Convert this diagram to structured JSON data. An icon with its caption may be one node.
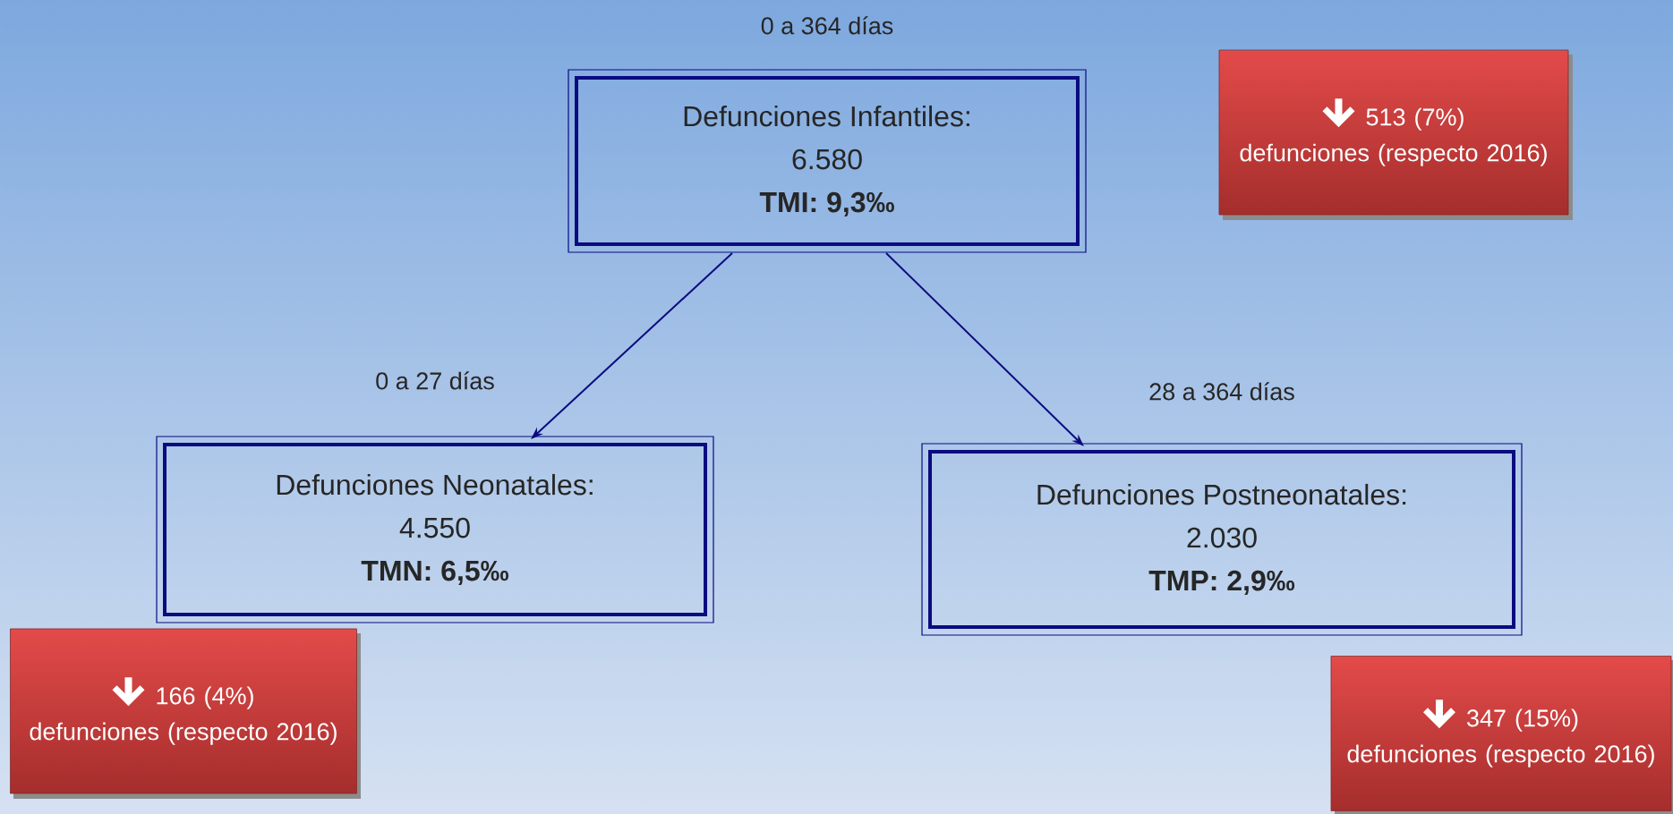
{
  "diagram": {
    "nodes": [
      {
        "text": [
          "Defunciones Infantiles:",
          "6.580",
          "TMI: 9,3‰"
        ],
        "beside": [
          "0 a 364 días"
        ]
      },
      {
        "text": [
          "Defunciones Neonatales:",
          "4.550",
          "TMN: 6,5‰"
        ],
        "beside": [
          "0 a 27 días"
        ]
      },
      {
        "text": [
          "Defunciones Postneonatales:",
          "2.030",
          "TMP: 2,9‰"
        ],
        "beside": [
          "28 a 364 días"
        ]
      },
      {
        "text": [
          "513 (7%)",
          "defunciones (respecto 2016)"
        ]
      },
      {
        "text": [
          "166 (4%)",
          "defunciones (respecto 2016)"
        ]
      },
      {
        "text": [
          "347 (15%)",
          "defunciones (respecto 2016)"
        ]
      }
    ],
    "edges": [
      {
        "from": 0,
        "to": 1,
        "arrow": "to"
      },
      {
        "from": 0,
        "to": 2,
        "arrow": "to"
      }
    ]
  }
}
